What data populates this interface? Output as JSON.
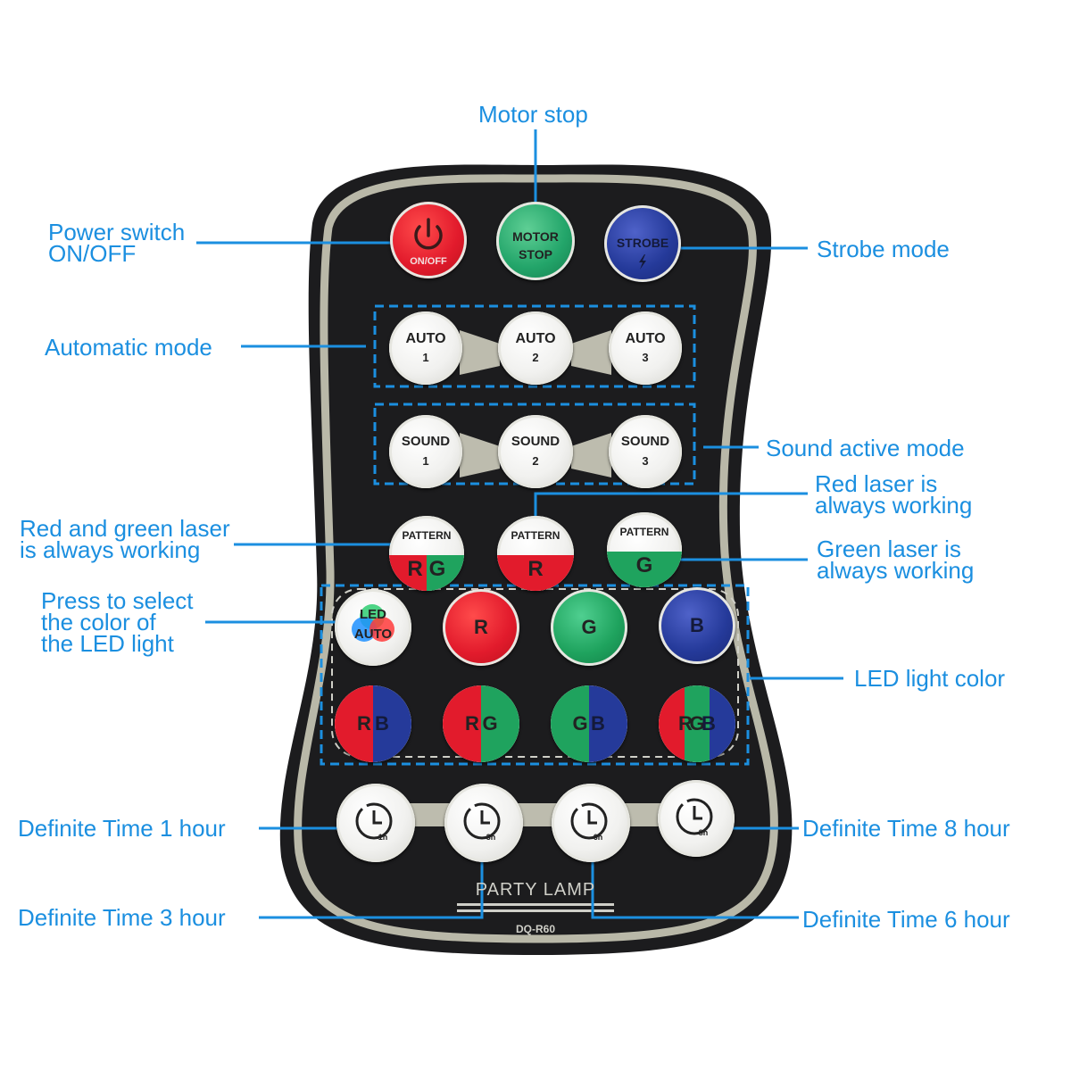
{
  "colors": {
    "label": "#1b8fe0",
    "remote_body": "#1c1c1e",
    "rim": "#b9b8a8",
    "red": "#e21b2c",
    "green": "#1fa35e",
    "blue": "#253a9a"
  },
  "callouts": {
    "motor_stop": "Motor stop",
    "power_switch": [
      "Power switch",
      "ON/OFF"
    ],
    "strobe_mode": "Strobe mode",
    "automatic_mode": "Automatic mode",
    "sound_active_mode": "Sound active mode",
    "red_laser": [
      "Red laser is",
      "always working"
    ],
    "red_green_laser": [
      "Red and green laser",
      "is always working"
    ],
    "green_laser": [
      "Green laser is",
      "always working"
    ],
    "press_select": [
      "Press to select",
      "the color of",
      "the LED light"
    ],
    "led_light_color": "LED light color",
    "time_1": "Definite Time 1 hour",
    "time_8": "Definite Time 8 hour",
    "time_3": "Definite Time 3 hour",
    "time_6": "Definite Time 6 hour"
  },
  "buttons": {
    "power": {
      "icon": "power-icon",
      "label": "ON/OFF"
    },
    "motor_stop": [
      "MOTOR",
      "STOP"
    ],
    "strobe": {
      "label": "STROBE",
      "icon": "lightning-icon"
    },
    "auto": [
      [
        "AUTO",
        "1"
      ],
      [
        "AUTO",
        "2"
      ],
      [
        "AUTO",
        "3"
      ]
    ],
    "sound": [
      [
        "SOUND",
        "1"
      ],
      [
        "SOUND",
        "2"
      ],
      [
        "SOUND",
        "3"
      ]
    ],
    "pattern": {
      "label": "PATTERN",
      "variants": [
        [
          "R",
          "G"
        ],
        [
          "R"
        ],
        [
          "G"
        ]
      ]
    },
    "led_auto": [
      "LED",
      "AUTO"
    ],
    "color_single": [
      "R",
      "G",
      "B"
    ],
    "color_combo": [
      [
        "R",
        "B"
      ],
      [
        "R",
        "G"
      ],
      [
        "G",
        "B"
      ],
      [
        "R",
        "G",
        "B"
      ]
    ],
    "timers": [
      {
        "icon": "clock-icon",
        "label": "1h"
      },
      {
        "icon": "clock-icon",
        "label": "3h"
      },
      {
        "icon": "clock-icon",
        "label": "6h"
      },
      {
        "icon": "clock-icon",
        "label": "8h"
      }
    ]
  },
  "footer": {
    "brand": "PARTY LAMP",
    "model": "DQ-R60"
  }
}
